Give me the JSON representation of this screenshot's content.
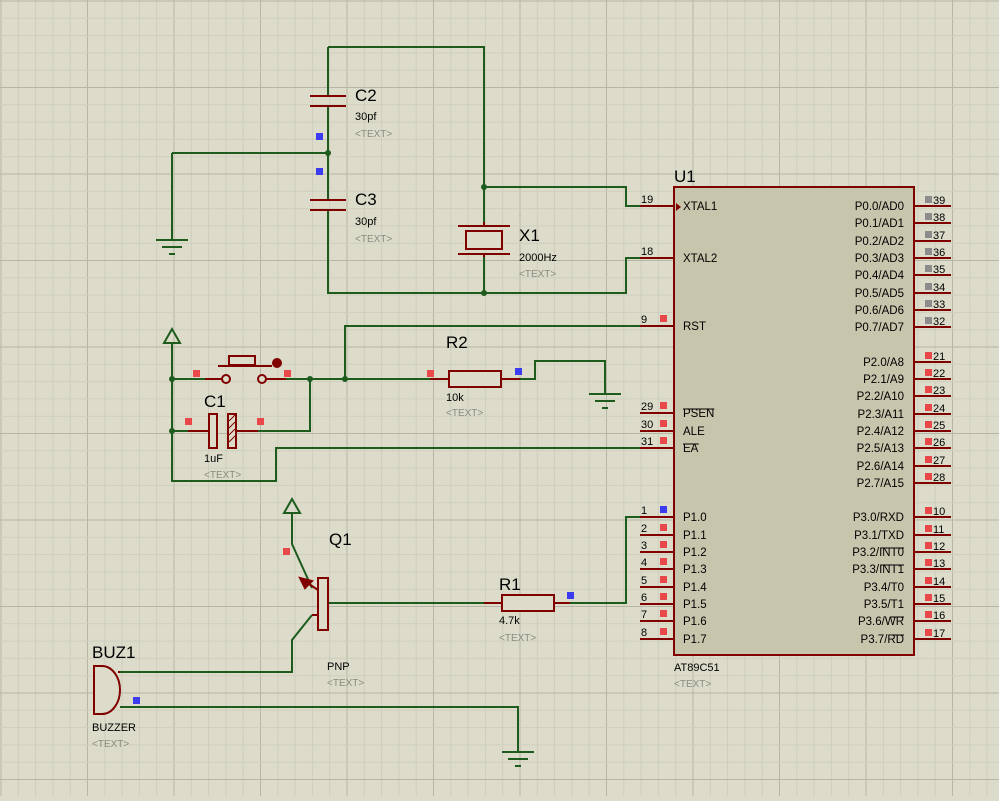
{
  "colors": {
    "background": "#dddccb",
    "grid_major": "#b7b6a6",
    "grid_minor": "#cfcebd",
    "wire": "#1d5c1d",
    "component": "#800000",
    "chip_body": "#c8c5ad",
    "pin_red": "#e8484a",
    "pin_blue": "#3b3bf0",
    "pin_grey": "#8c8c8c",
    "placeholder_text": "#8a8a80"
  },
  "placeholder": "<TEXT>",
  "components": {
    "c2": {
      "ref": "C2",
      "value": "30pf"
    },
    "c3": {
      "ref": "C3",
      "value": "30pf"
    },
    "x1": {
      "ref": "X1",
      "value": "2000Hz"
    },
    "u1": {
      "ref": "U1",
      "value": "AT89C51"
    },
    "r2": {
      "ref": "R2",
      "value": "10k"
    },
    "c1": {
      "ref": "C1",
      "value": "1uF"
    },
    "q1": {
      "ref": "Q1",
      "value": "PNP"
    },
    "r1": {
      "ref": "R1",
      "value": "4.7k"
    },
    "buz1": {
      "ref": "BUZ1",
      "value": "BUZZER"
    }
  },
  "u1_pins_left": [
    {
      "num": "19",
      "name": "XTAL1",
      "pad": "none"
    },
    {
      "num": "18",
      "name": "XTAL2",
      "pad": "none"
    },
    {
      "num": "9",
      "name": "RST",
      "pad": "red"
    },
    {
      "num": "29",
      "name": "PSEN",
      "pad": "red"
    },
    {
      "num": "30",
      "name": "ALE",
      "pad": "red"
    },
    {
      "num": "31",
      "name": "EA",
      "pad": "red"
    },
    {
      "num": "1",
      "name": "P1.0",
      "pad": "blue"
    },
    {
      "num": "2",
      "name": "P1.1",
      "pad": "red"
    },
    {
      "num": "3",
      "name": "P1.2",
      "pad": "red"
    },
    {
      "num": "4",
      "name": "P1.3",
      "pad": "red"
    },
    {
      "num": "5",
      "name": "P1.4",
      "pad": "red"
    },
    {
      "num": "6",
      "name": "P1.5",
      "pad": "red"
    },
    {
      "num": "7",
      "name": "P1.6",
      "pad": "red"
    },
    {
      "num": "8",
      "name": "P1.7",
      "pad": "red"
    }
  ],
  "u1_pins_right": [
    {
      "num": "39",
      "name": "P0.0/AD0",
      "pad": "grey"
    },
    {
      "num": "38",
      "name": "P0.1/AD1",
      "pad": "grey"
    },
    {
      "num": "37",
      "name": "P0.2/AD2",
      "pad": "grey"
    },
    {
      "num": "36",
      "name": "P0.3/AD3",
      "pad": "grey"
    },
    {
      "num": "35",
      "name": "P0.4/AD4",
      "pad": "grey"
    },
    {
      "num": "34",
      "name": "P0.5/AD5",
      "pad": "grey"
    },
    {
      "num": "33",
      "name": "P0.6/AD6",
      "pad": "grey"
    },
    {
      "num": "32",
      "name": "P0.7/AD7",
      "pad": "grey"
    },
    {
      "num": "21",
      "name": "P2.0/A8",
      "pad": "red"
    },
    {
      "num": "22",
      "name": "P2.1/A9",
      "pad": "red"
    },
    {
      "num": "23",
      "name": "P2.2/A10",
      "pad": "red"
    },
    {
      "num": "24",
      "name": "P2.3/A11",
      "pad": "red"
    },
    {
      "num": "25",
      "name": "P2.4/A12",
      "pad": "red"
    },
    {
      "num": "26",
      "name": "P2.5/A13",
      "pad": "red"
    },
    {
      "num": "27",
      "name": "P2.6/A14",
      "pad": "red"
    },
    {
      "num": "28",
      "name": "P2.7/A15",
      "pad": "red"
    },
    {
      "num": "10",
      "name": "P3.0/RXD",
      "pad": "red"
    },
    {
      "num": "11",
      "name": "P3.1/TXD",
      "pad": "red"
    },
    {
      "num": "12",
      "name": "P3.2/INT0",
      "pad": "red"
    },
    {
      "num": "13",
      "name": "P3.3/INT1",
      "pad": "red"
    },
    {
      "num": "14",
      "name": "P3.4/T0",
      "pad": "red"
    },
    {
      "num": "15",
      "name": "P3.5/T1",
      "pad": "red"
    },
    {
      "num": "16",
      "name": "P3.6/WR",
      "pad": "red"
    },
    {
      "num": "17",
      "name": "P3.7/RD",
      "pad": "red"
    }
  ]
}
